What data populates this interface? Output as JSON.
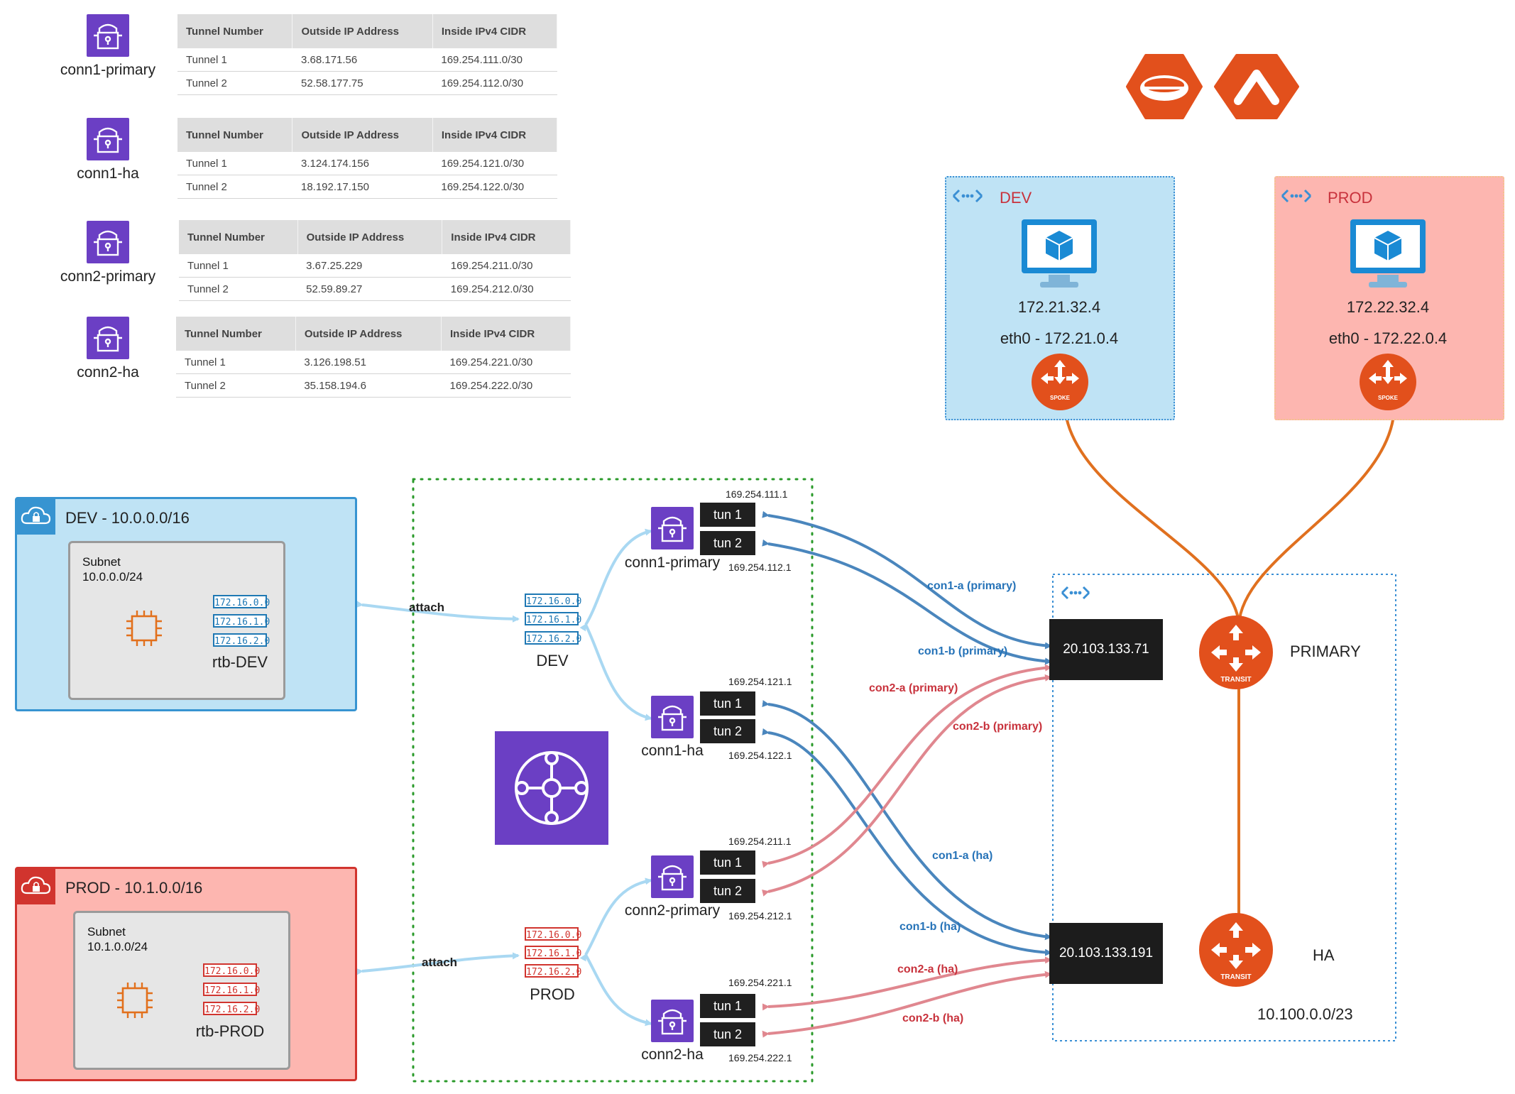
{
  "connections_tables": [
    {
      "name": "conn1-primary",
      "headers": [
        "Tunnel Number",
        "Outside IP Address",
        "Inside IPv4 CIDR"
      ],
      "rows": [
        [
          "Tunnel 1",
          "3.68.171.56",
          "169.254.111.0/30"
        ],
        [
          "Tunnel 2",
          "52.58.177.75",
          "169.254.112.0/30"
        ]
      ]
    },
    {
      "name": "conn1-ha",
      "headers": [
        "Tunnel Number",
        "Outside IP Address",
        "Inside IPv4 CIDR"
      ],
      "rows": [
        [
          "Tunnel 1",
          "3.124.174.156",
          "169.254.121.0/30"
        ],
        [
          "Tunnel 2",
          "18.192.17.150",
          "169.254.122.0/30"
        ]
      ]
    },
    {
      "name": "conn2-primary",
      "headers": [
        "Tunnel Number",
        "Outside IP Address",
        "Inside IPv4 CIDR"
      ],
      "rows": [
        [
          "Tunnel 1",
          "3.67.25.229",
          "169.254.211.0/30"
        ],
        [
          "Tunnel 2",
          "52.59.89.27",
          "169.254.212.0/30"
        ]
      ]
    },
    {
      "name": "conn2-ha",
      "headers": [
        "Tunnel Number",
        "Outside IP Address",
        "Inside IPv4 CIDR"
      ],
      "rows": [
        [
          "Tunnel 1",
          "3.126.198.51",
          "169.254.221.0/30"
        ],
        [
          "Tunnel 2",
          "35.158.194.6",
          "169.254.222.0/30"
        ]
      ]
    }
  ],
  "vpcs": {
    "dev": {
      "title": "DEV - 10.0.0.0/16",
      "subnet_label": "Subnet",
      "subnet_cidr": "10.0.0.0/24",
      "routes": [
        "172.16.0.0",
        "172.16.1.0",
        "172.16.2.0"
      ],
      "rtb_name": "rtb-DEV"
    },
    "prod": {
      "title": "PROD - 10.1.0.0/16",
      "subnet_label": "Subnet",
      "subnet_cidr": "10.1.0.0/24",
      "routes": [
        "172.16.0.0",
        "172.16.1.0",
        "172.16.2.0"
      ],
      "rtb_name": "rtb-PROD"
    }
  },
  "tgw": {
    "attach_label": "attach",
    "dev_rtb": {
      "routes": [
        "172.16.0.0",
        "172.16.1.0",
        "172.16.2.0"
      ],
      "name": "DEV"
    },
    "prod_rtb": {
      "routes": [
        "172.16.0.0",
        "172.16.1.0",
        "172.16.2.0"
      ],
      "name": "PROD"
    },
    "connections": [
      {
        "name": "conn1-primary",
        "tun1": "tun 1",
        "tun2": "tun 2",
        "ip1": "169.254.111.1",
        "ip2": "169.254.112.1"
      },
      {
        "name": "conn1-ha",
        "tun1": "tun 1",
        "tun2": "tun 2",
        "ip1": "169.254.121.1",
        "ip2": "169.254.122.1"
      },
      {
        "name": "conn2-primary",
        "tun1": "tun 1",
        "tun2": "tun 2",
        "ip1": "169.254.211.1",
        "ip2": "169.254.212.1"
      },
      {
        "name": "conn2-ha",
        "tun1": "tun 1",
        "tun2": "tun 2",
        "ip1": "169.254.221.1",
        "ip2": "169.254.222.1"
      }
    ]
  },
  "links": {
    "con1a_primary": "con1-a (primary)",
    "con1b_primary": "con1-b (primary)",
    "con2a_primary": "con2-a (primary)",
    "con2b_primary": "con2-b (primary)",
    "con1a_ha": "con1-a (ha)",
    "con1b_ha": "con1-b (ha)",
    "con2a_ha": "con2-a (ha)",
    "con2b_ha": "con2-b (ha)"
  },
  "transit": {
    "primary_ip": "20.103.133.71",
    "ha_ip": "20.103.133.191",
    "primary_label": "PRIMARY",
    "ha_label": "HA",
    "cidr": "10.100.0.0/23",
    "gw_badge": "TRANSIT"
  },
  "spokes": {
    "dev": {
      "name": "DEV",
      "vm_ip": "172.21.32.4",
      "eth0": "eth0 - 172.21.0.4",
      "gw_badge": "SPOKE"
    },
    "prod": {
      "name": "PROD",
      "vm_ip": "172.22.32.4",
      "eth0": "eth0 - 172.22.0.4",
      "gw_badge": "SPOKE"
    }
  },
  "colors": {
    "aws_purple": "#6b3fc4",
    "aviatrix_orange": "#e2501c",
    "blue_link": "#4a86bd",
    "red_link": "#e0878f",
    "orange_link": "#e0701f",
    "dev_fill": "#bfe3f5",
    "prod_fill": "#fdb6b0"
  }
}
